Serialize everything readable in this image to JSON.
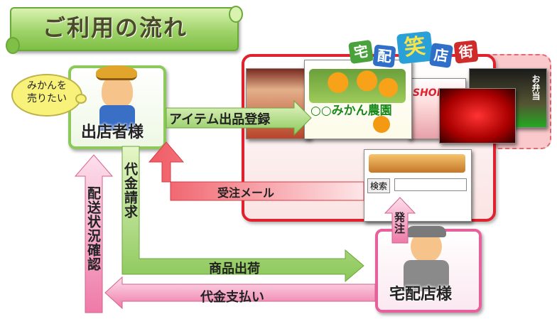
{
  "title": "ご利用の流れ",
  "balloon": "みかんを\n売りたい",
  "seller_label": "出店者様",
  "shop_label": "宅配店様",
  "arrows": {
    "register": "アイテム出品登録",
    "order_mail": "受注メール",
    "billing": "代金請求",
    "shipping_check": "配送状況確認",
    "ship": "商品出荷",
    "payment": "代金支払い",
    "order": "発注"
  },
  "site_logo": [
    "宅",
    "配",
    "笑",
    "店",
    "街"
  ],
  "mikan_banner": "○○みかん農園",
  "search_button": "検索",
  "shop_text": "SHOP",
  "osechi_text": "お弁当",
  "colors": {
    "green": "#7fbf45",
    "red": "#e0212e",
    "pink": "#e8609b"
  }
}
